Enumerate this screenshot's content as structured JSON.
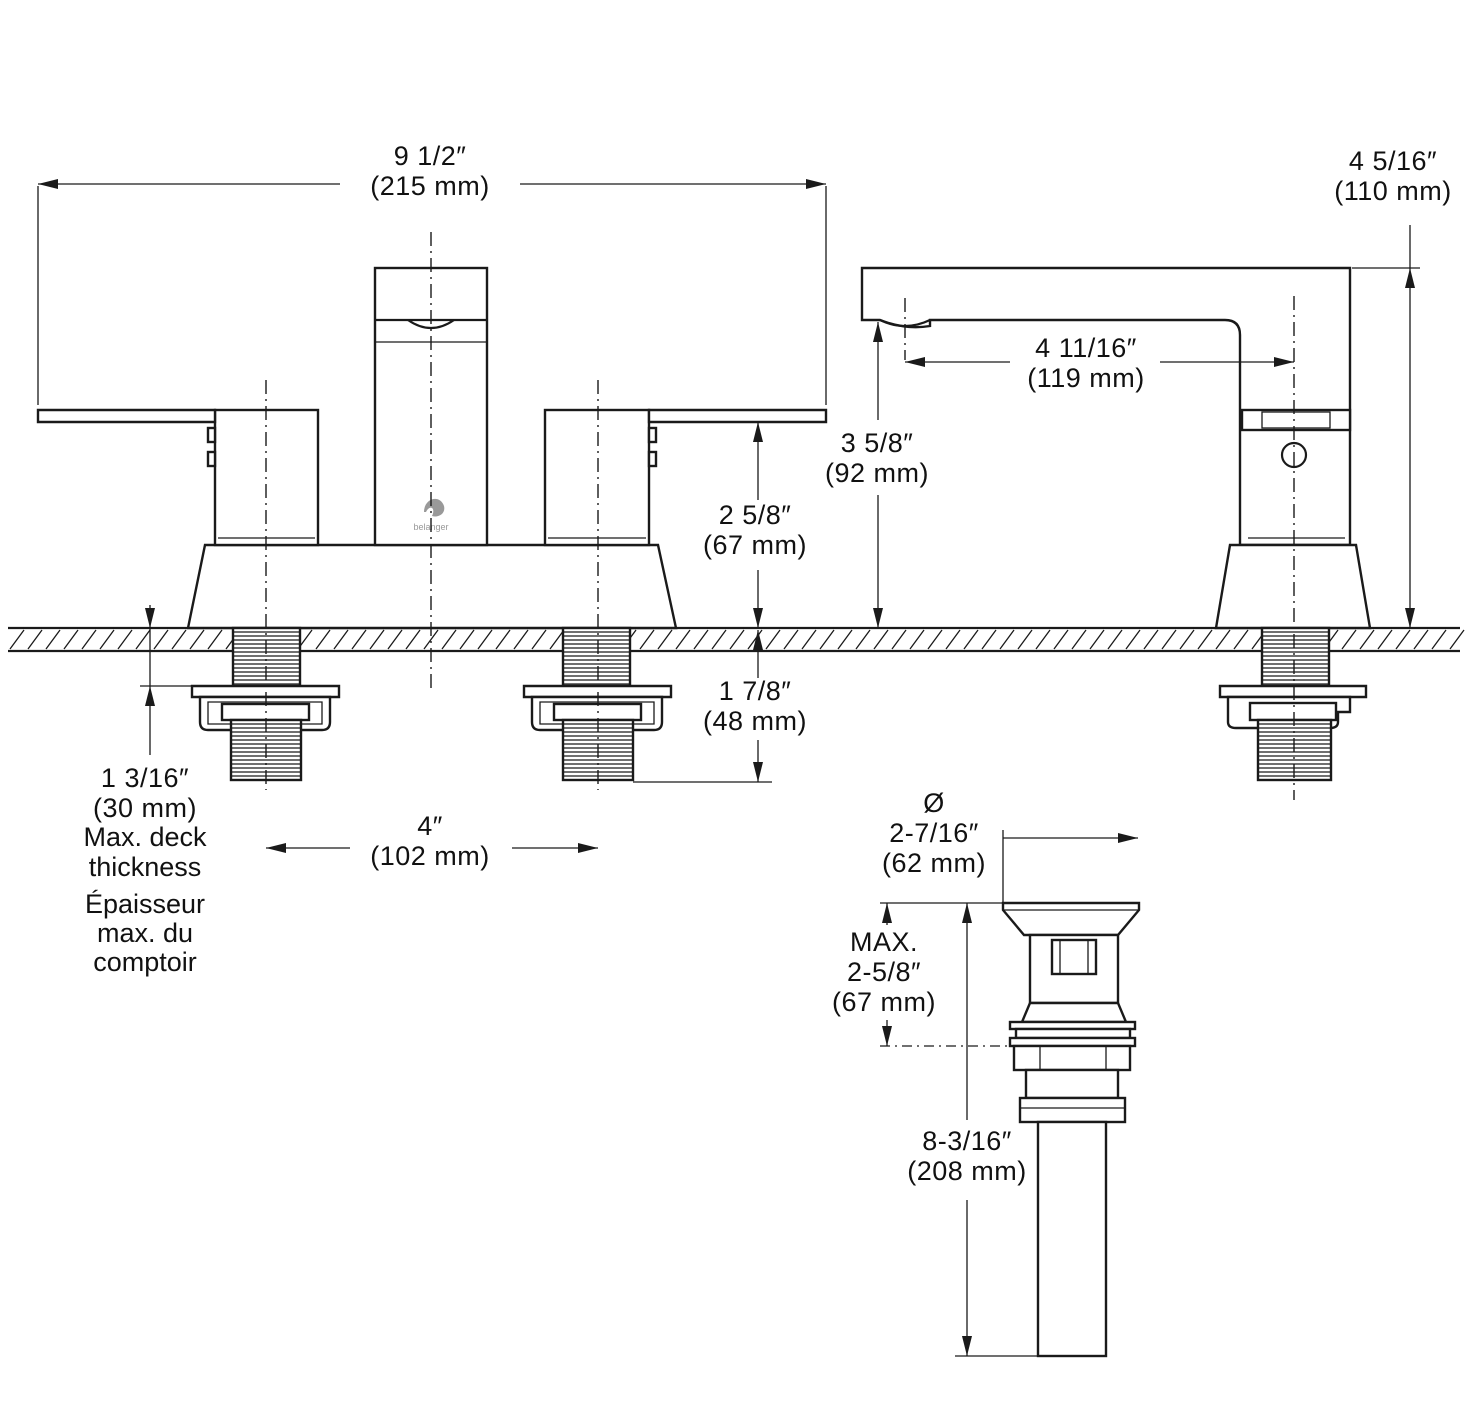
{
  "brand": {
    "logo_text": "belanger"
  },
  "dimensions": {
    "overall_width": {
      "imperial": "9 1/2″",
      "metric": "(215 mm)"
    },
    "overall_height": {
      "imperial": "4 5/16″",
      "metric": "(110 mm)"
    },
    "spout_reach": {
      "imperial": "4 11/16″",
      "metric": "(119 mm)"
    },
    "spout_height": {
      "imperial": "3 5/8″",
      "metric": "(92 mm)"
    },
    "handle_height": {
      "imperial": "2 5/8″",
      "metric": "(67 mm)"
    },
    "shank_length": {
      "imperial": "1 7/8″",
      "metric": "(48 mm)"
    },
    "center_spacing": {
      "imperial": "4″",
      "metric": "(102 mm)"
    },
    "deck_thickness": {
      "imperial": "1 3/16″",
      "metric": "(30 mm)",
      "label_en_1": "Max. deck",
      "label_en_2": "thickness",
      "label_fr_1": "Épaisseur",
      "label_fr_2": "max. du",
      "label_fr_3": "comptoir"
    },
    "drain_diameter": {
      "symbol": "Ø",
      "imperial": "2-7/16″",
      "metric": "(62 mm)"
    },
    "drain_max_height": {
      "prefix": "MAX.",
      "imperial": "2-5/8″",
      "metric": "(67 mm)"
    },
    "drain_length": {
      "imperial": "8-3/16″",
      "metric": "(208 mm)"
    }
  }
}
